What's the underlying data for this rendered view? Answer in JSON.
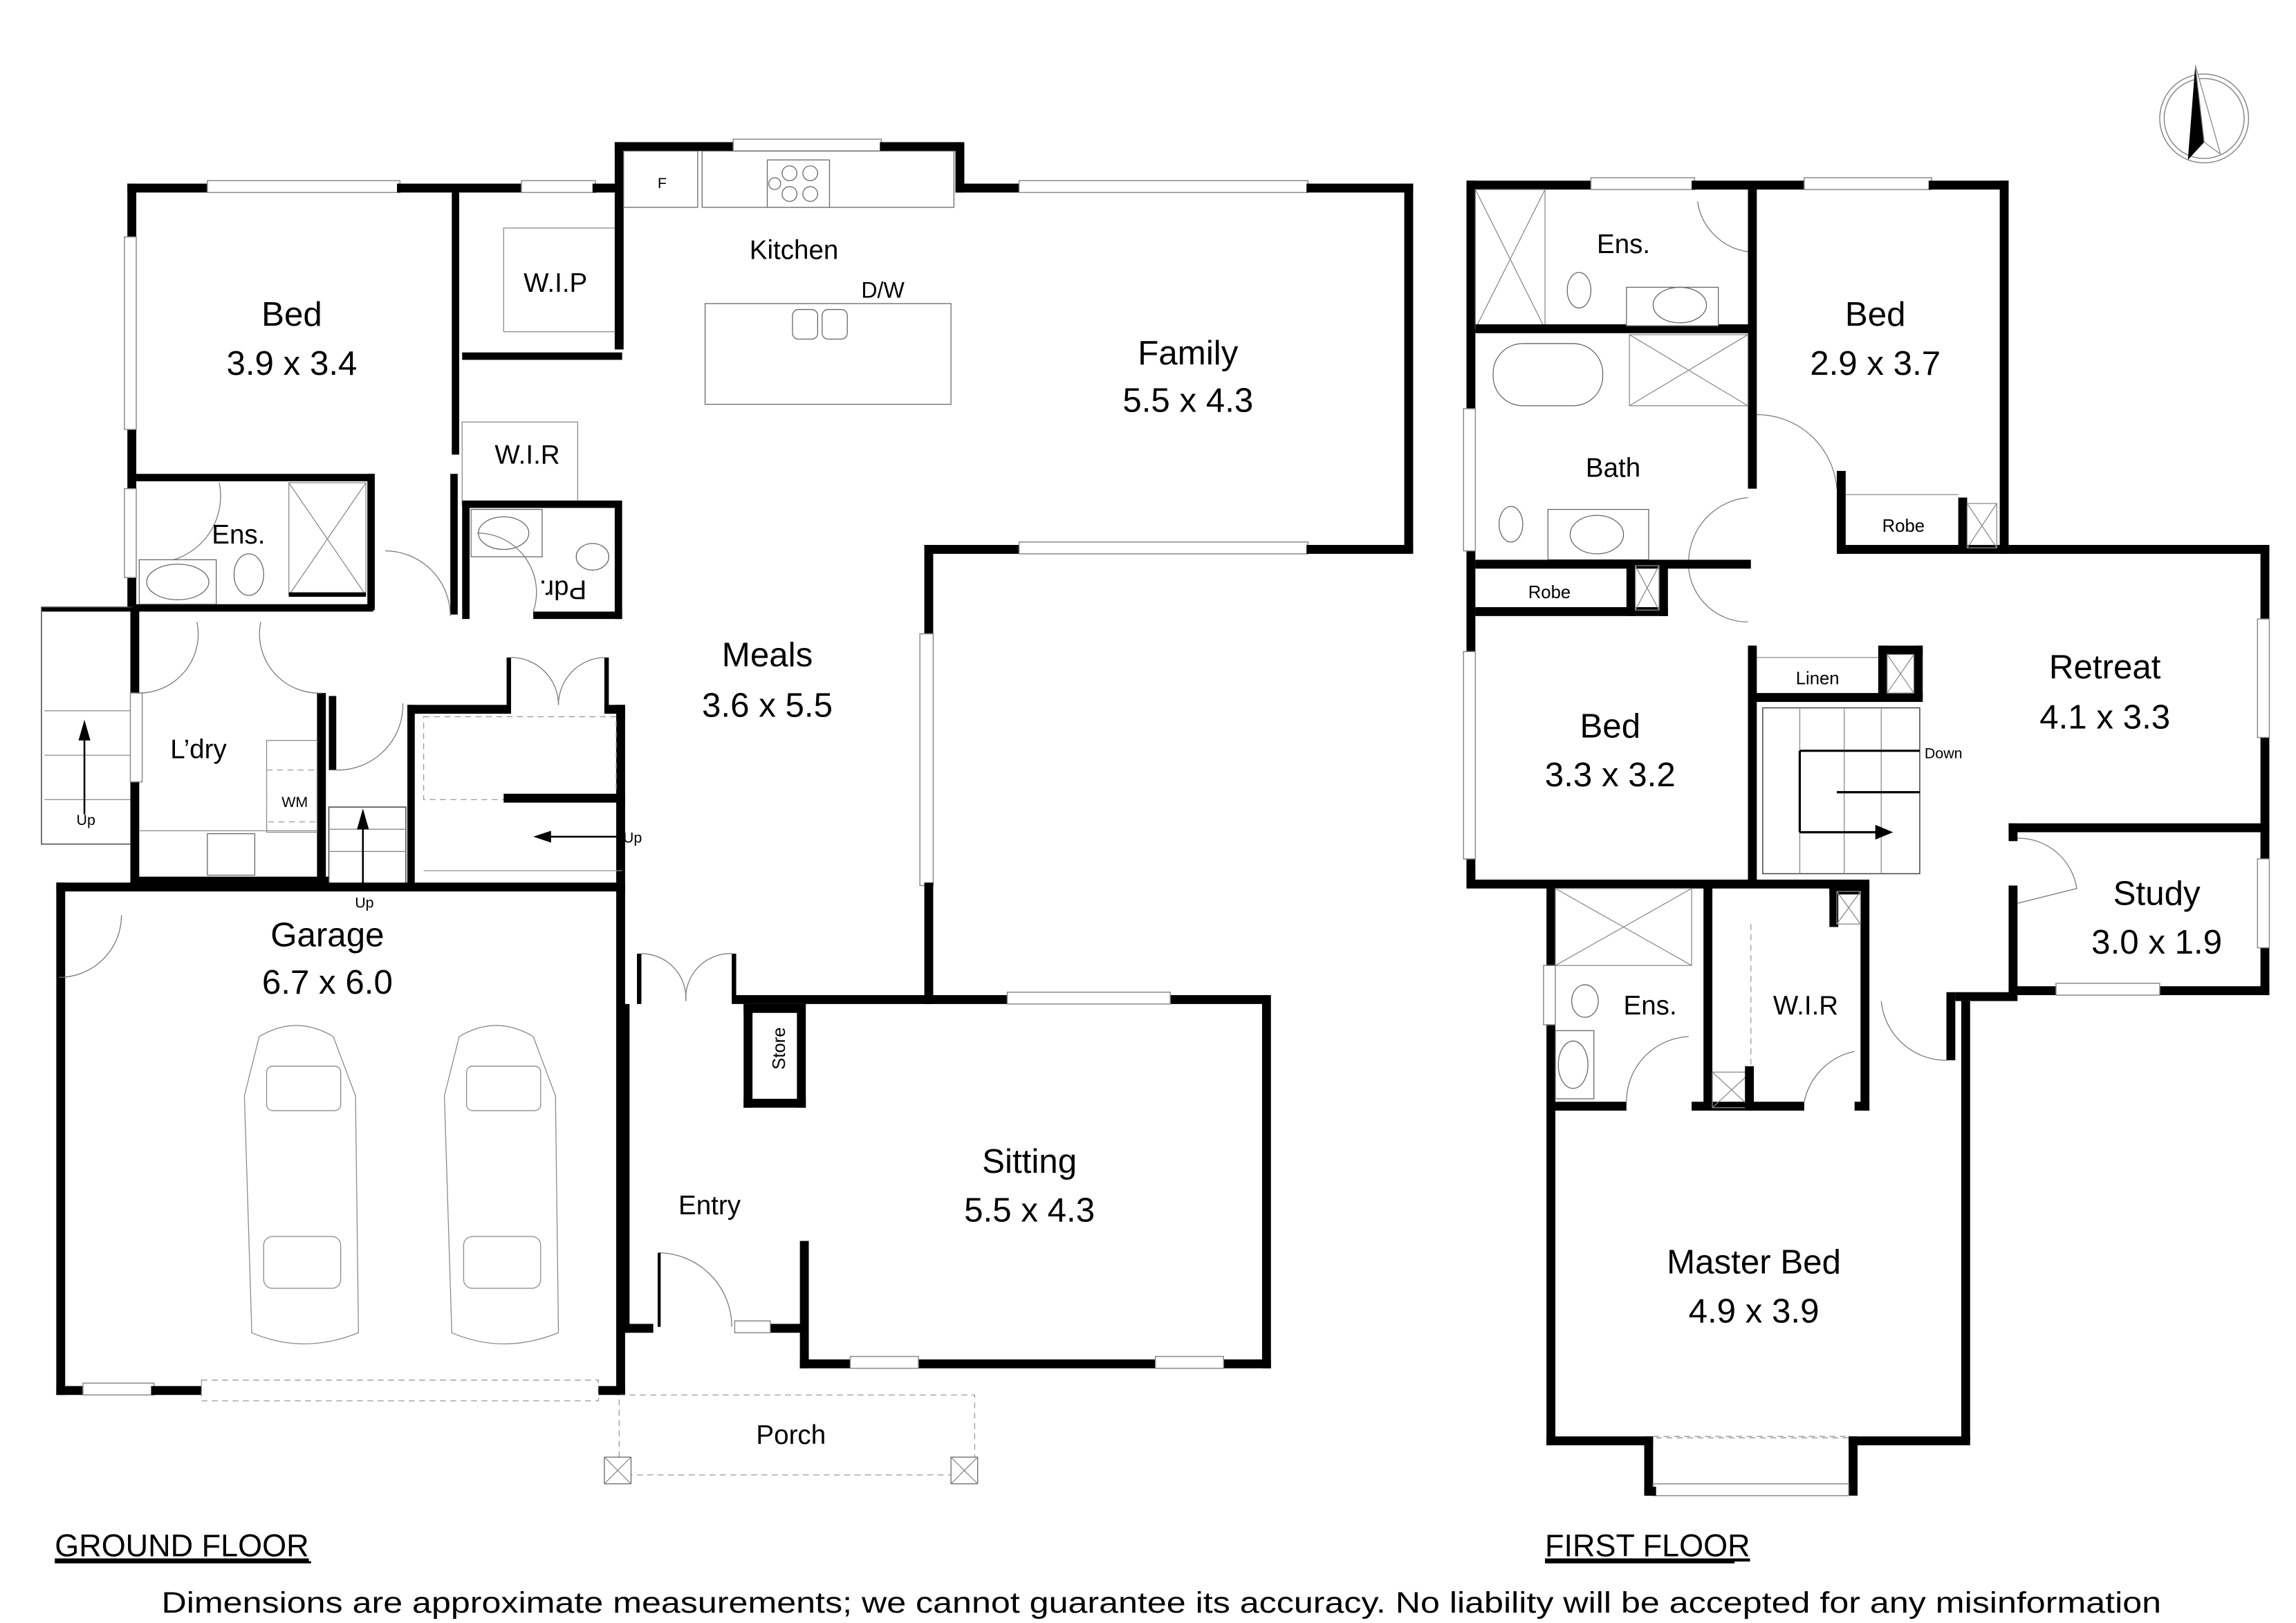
{
  "ground_floor": {
    "title": "GROUND FLOOR",
    "rooms": {
      "bed": {
        "name": "Bed",
        "dims": "3.9 x 3.4"
      },
      "wip": {
        "name": "W.I.P"
      },
      "wir": {
        "name": "W.I.R"
      },
      "ensuite": {
        "name": "Ens."
      },
      "powder": {
        "name": "Pdr."
      },
      "kitchen": {
        "name": "Kitchen"
      },
      "fridge": {
        "name": "F"
      },
      "dishwasher": {
        "name": "D/W"
      },
      "family": {
        "name": "Family",
        "dims": "5.5 x 4.3"
      },
      "meals": {
        "name": "Meals",
        "dims": "3.6 x 5.5"
      },
      "laundry": {
        "name": "L’dry"
      },
      "washing_machine": {
        "name": "WM"
      },
      "garage": {
        "name": "Garage",
        "dims": "6.7 x 6.0"
      },
      "store": {
        "name": "Store"
      },
      "entry": {
        "name": "Entry"
      },
      "sitting": {
        "name": "Sitting",
        "dims": "5.5 x 4.3"
      },
      "porch": {
        "name": "Porch"
      }
    },
    "stair_labels": {
      "outside_up": "Up",
      "garage_up": "Up",
      "main_up": "Up"
    }
  },
  "first_floor": {
    "title": "FIRST FLOOR",
    "rooms": {
      "ensuite_top": {
        "name": "Ens."
      },
      "bed_2": {
        "name": "Bed",
        "dims": "2.9 x 3.7"
      },
      "bath": {
        "name": "Bath"
      },
      "robe_1": {
        "name": "Robe"
      },
      "robe_2": {
        "name": "Robe"
      },
      "bed_3": {
        "name": "Bed",
        "dims": "3.3 x 3.2"
      },
      "linen": {
        "name": "Linen"
      },
      "retreat": {
        "name": "Retreat",
        "dims": "4.1 x 3.3"
      },
      "study": {
        "name": "Study",
        "dims": "3.0 x 1.9"
      },
      "ensuite_master": {
        "name": "Ens."
      },
      "wir_master": {
        "name": "W.I.R"
      },
      "master_bed": {
        "name": "Master Bed",
        "dims": "4.9 x 3.9"
      }
    },
    "stair_labels": {
      "down": "Down"
    }
  },
  "compass": {
    "icon": "north-arrow-icon"
  },
  "disclaimer": "Dimensions are approximate measurements; we cannot guarantee its accuracy. No liability will be accepted for any misinformation"
}
